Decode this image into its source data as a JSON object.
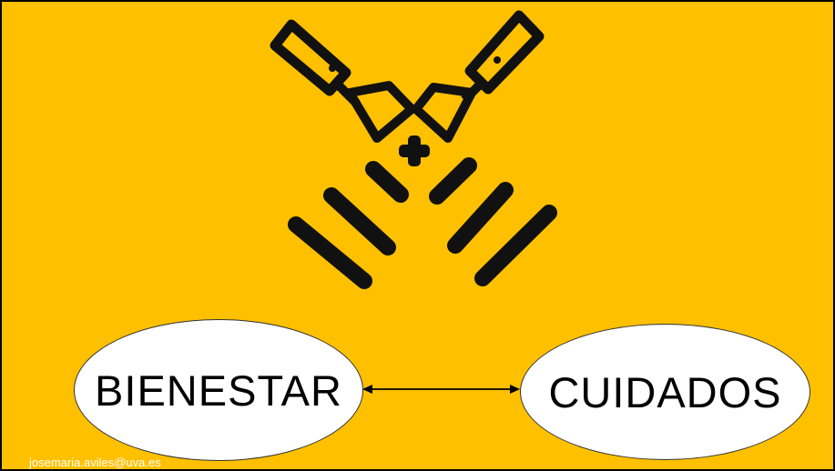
{
  "slide": {
    "background_color": "#FFC000",
    "illustration_icon": "crossed-scrapers-icon"
  },
  "diagram": {
    "nodes": [
      {
        "id": "bienestar",
        "label": "BIENESTAR"
      },
      {
        "id": "cuidados",
        "label": "CUIDADOS"
      }
    ],
    "edges": [
      {
        "from": "bienestar",
        "to": "cuidados",
        "direction": "both"
      }
    ]
  },
  "footer": {
    "email": "josemaria.aviles@uva.es"
  }
}
